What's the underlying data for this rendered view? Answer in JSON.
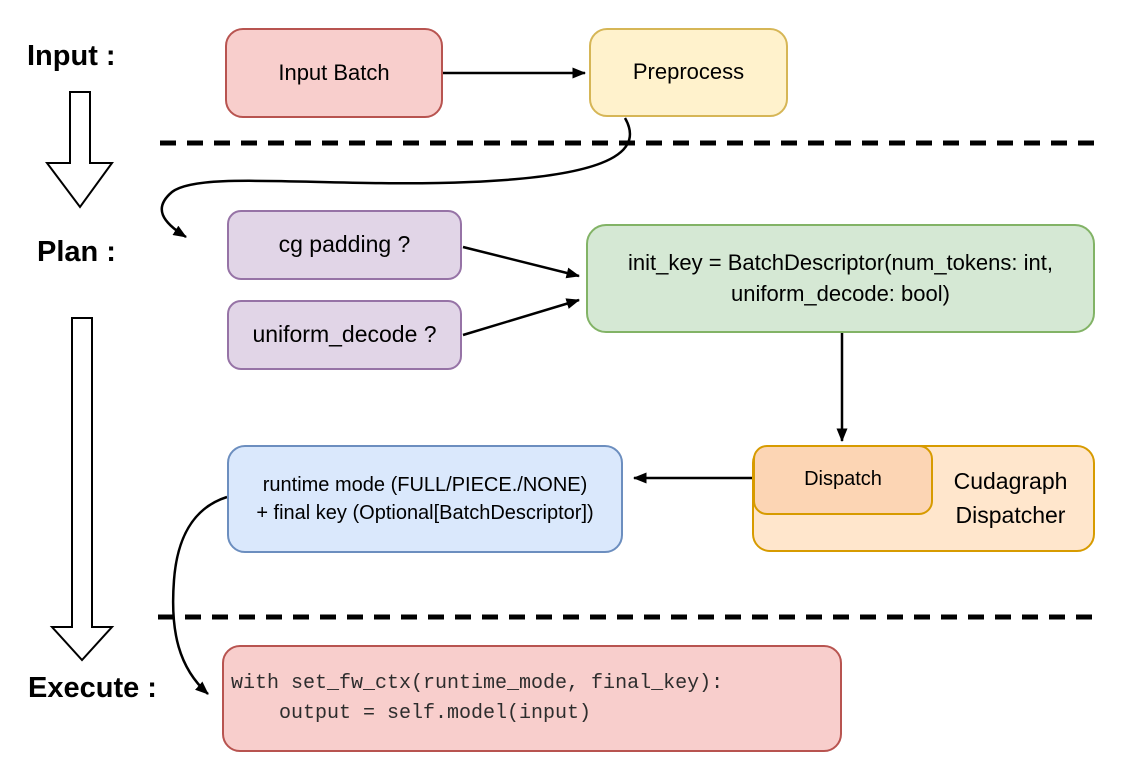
{
  "stages": {
    "input_label": "Input :",
    "plan_label": "Plan :",
    "execute_label": "Execute :"
  },
  "nodes": {
    "input_batch": {
      "label": "Input Batch",
      "fill": "#f8cecc",
      "stroke": "#b85450"
    },
    "preprocess": {
      "label": "Preprocess",
      "fill": "#fff2cc",
      "stroke": "#d6b656"
    },
    "cg_padding": {
      "label": "cg padding ?",
      "fill": "#e1d5e7",
      "stroke": "#9673a6"
    },
    "uniform_decode": {
      "label": "uniform_decode ?",
      "fill": "#e1d5e7",
      "stroke": "#9673a6"
    },
    "init_key": {
      "line1": "init_key = BatchDescriptor(num_tokens: int,",
      "line2": "uniform_decode: bool)",
      "fill": "#d5e8d4",
      "stroke": "#82b366"
    },
    "dispatch": {
      "label": "Dispatch",
      "fill": "#fcd5b4",
      "stroke": "#d79b00"
    },
    "cudagraph_dispatcher": {
      "line1": "Cudagraph",
      "line2": "Dispatcher",
      "fill": "#ffe6cc",
      "stroke": "#d79b00"
    },
    "runtime_result": {
      "line1": "runtime mode (FULL/PIECE./NONE)",
      "line2": "+ final key (Optional[BatchDescriptor])",
      "fill": "#dae8fc",
      "stroke": "#6c8ebf"
    },
    "execute_code": {
      "line1": "with set_fw_ctx(runtime_mode, final_key):",
      "line2": "    output = self.model(input)",
      "fill": "#f8cecc",
      "stroke": "#b85450"
    }
  },
  "connector_color": "#000000"
}
